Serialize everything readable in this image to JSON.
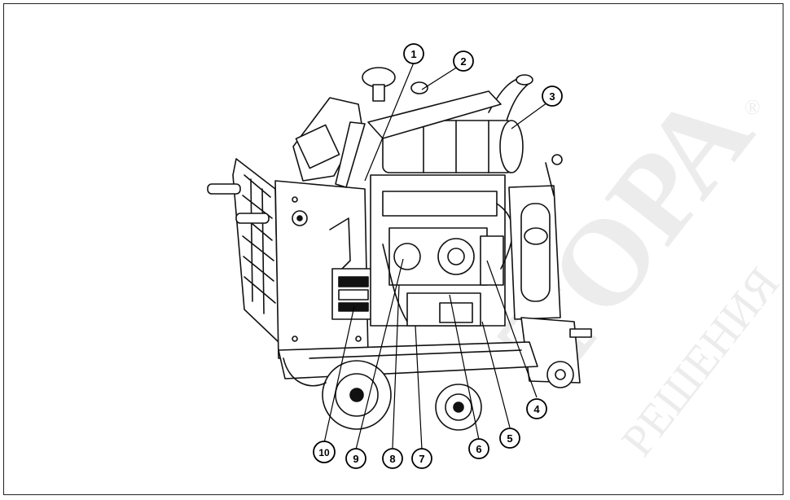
{
  "figure": {
    "callouts": [
      {
        "label": "1"
      },
      {
        "label": "2"
      },
      {
        "label": "3"
      },
      {
        "label": "4"
      },
      {
        "label": "5"
      },
      {
        "label": "6"
      },
      {
        "label": "7"
      },
      {
        "label": "8"
      },
      {
        "label": "9"
      },
      {
        "label": "10"
      }
    ]
  },
  "watermark": {
    "main_text": "ТОРА",
    "sub_text": "РЕШЕНИЯ",
    "mark": "®"
  }
}
